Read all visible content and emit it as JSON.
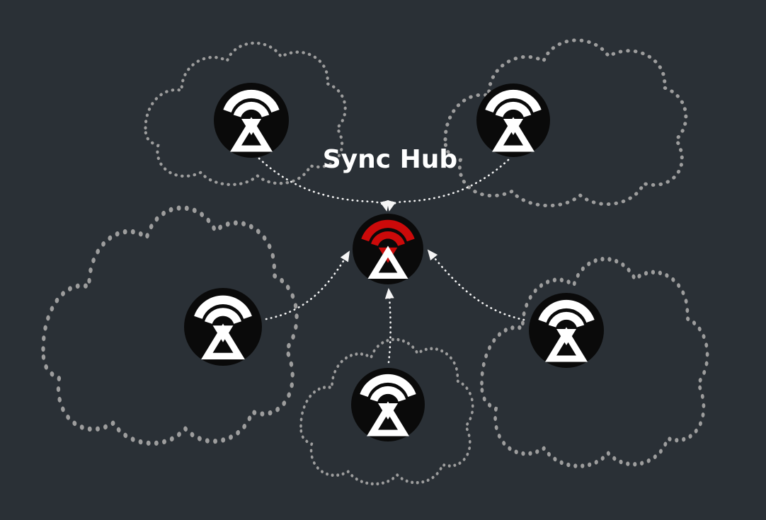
{
  "title": "Sync Hub",
  "colors": {
    "background": "#2a3036",
    "cloud_outline": "#9d9d9d",
    "arrow": "#f5f5f5",
    "node_fill": "#0a0a0a",
    "icon": "#ffffff",
    "hub_accent": "#cc0a0a",
    "title_color": "#ffffff"
  },
  "hub": {
    "id": "sync-hub",
    "label": "Sync Hub",
    "icon": "wifi-hotspot-logo-icon",
    "accent": "red"
  },
  "devices": [
    {
      "id": "device-top-left",
      "icon": "wifi-hotspot-logo-icon",
      "enclosure": "dotted-cloud"
    },
    {
      "id": "device-top-right",
      "icon": "wifi-hotspot-logo-icon",
      "enclosure": "dotted-cloud"
    },
    {
      "id": "device-left",
      "icon": "wifi-hotspot-logo-icon",
      "enclosure": "dotted-cloud"
    },
    {
      "id": "device-right",
      "icon": "wifi-hotspot-logo-icon",
      "enclosure": "dotted-cloud"
    },
    {
      "id": "device-bottom",
      "icon": "wifi-hotspot-logo-icon",
      "enclosure": "dotted-cloud"
    }
  ],
  "connections": [
    {
      "from": "device-top-left",
      "to": "sync-hub",
      "style": "dotted-arrow"
    },
    {
      "from": "device-top-right",
      "to": "sync-hub",
      "style": "dotted-arrow"
    },
    {
      "from": "device-left",
      "to": "sync-hub",
      "style": "dotted-arrow"
    },
    {
      "from": "device-right",
      "to": "sync-hub",
      "style": "dotted-arrow"
    },
    {
      "from": "device-bottom",
      "to": "sync-hub",
      "style": "dotted-arrow"
    }
  ]
}
